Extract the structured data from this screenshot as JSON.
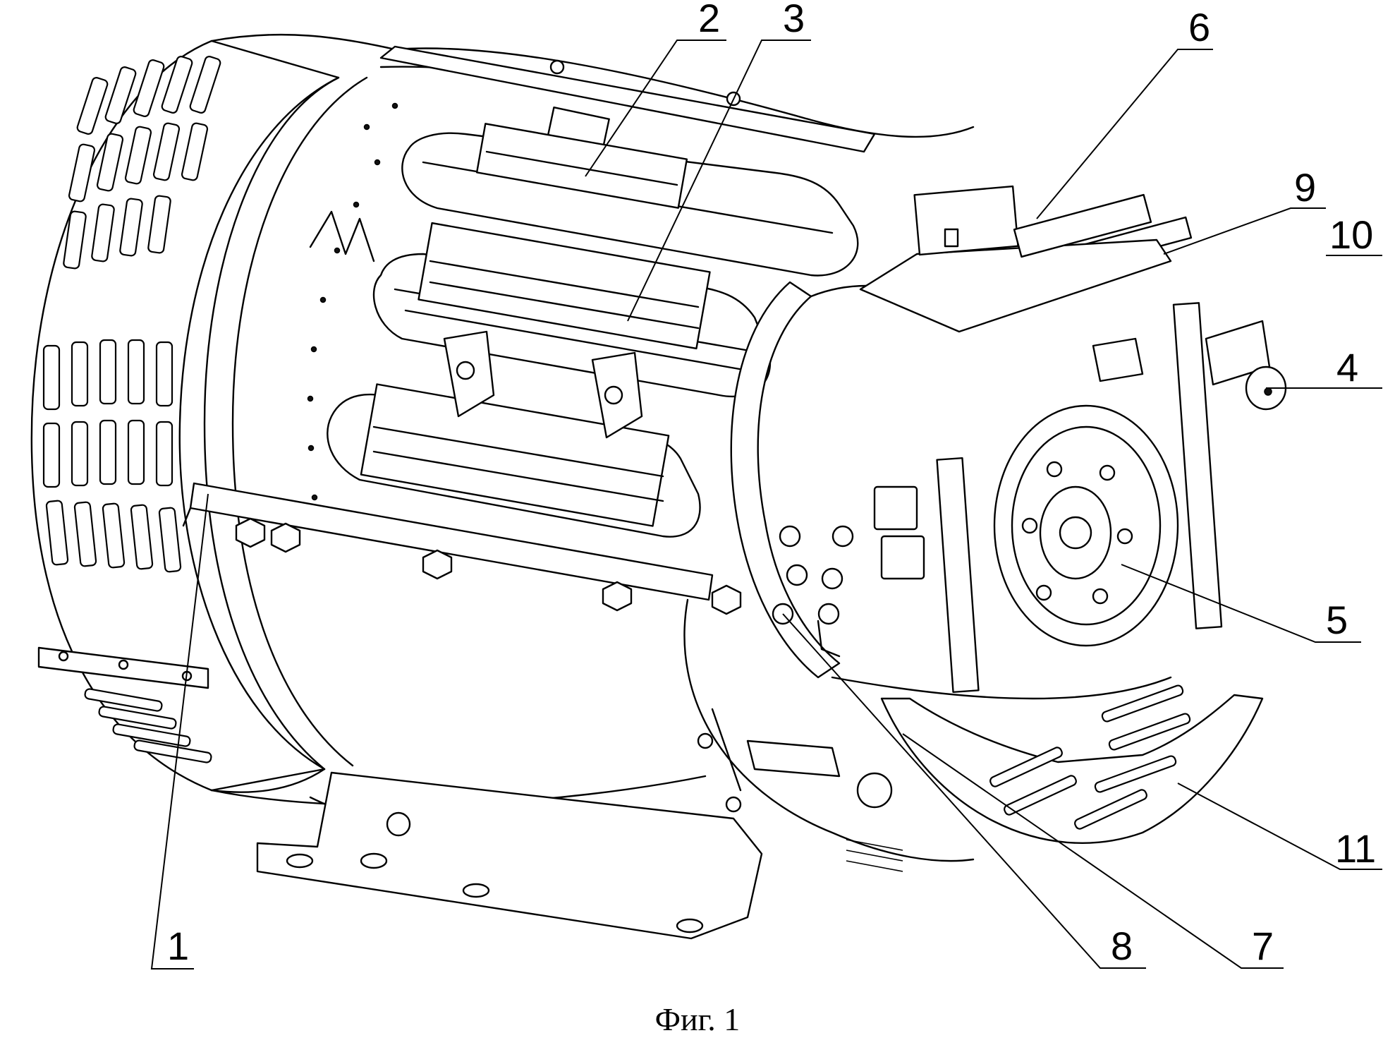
{
  "figure": {
    "caption": "Фиг. 1"
  },
  "callouts": [
    {
      "id": "1",
      "label": "1"
    },
    {
      "id": "2",
      "label": "2"
    },
    {
      "id": "3",
      "label": "3"
    },
    {
      "id": "4",
      "label": "4"
    },
    {
      "id": "5",
      "label": "5"
    },
    {
      "id": "6",
      "label": "6"
    },
    {
      "id": "7",
      "label": "7"
    },
    {
      "id": "8",
      "label": "8"
    },
    {
      "id": "9",
      "label": "9"
    },
    {
      "id": "10",
      "label": "10"
    },
    {
      "id": "11",
      "label": "11"
    }
  ]
}
